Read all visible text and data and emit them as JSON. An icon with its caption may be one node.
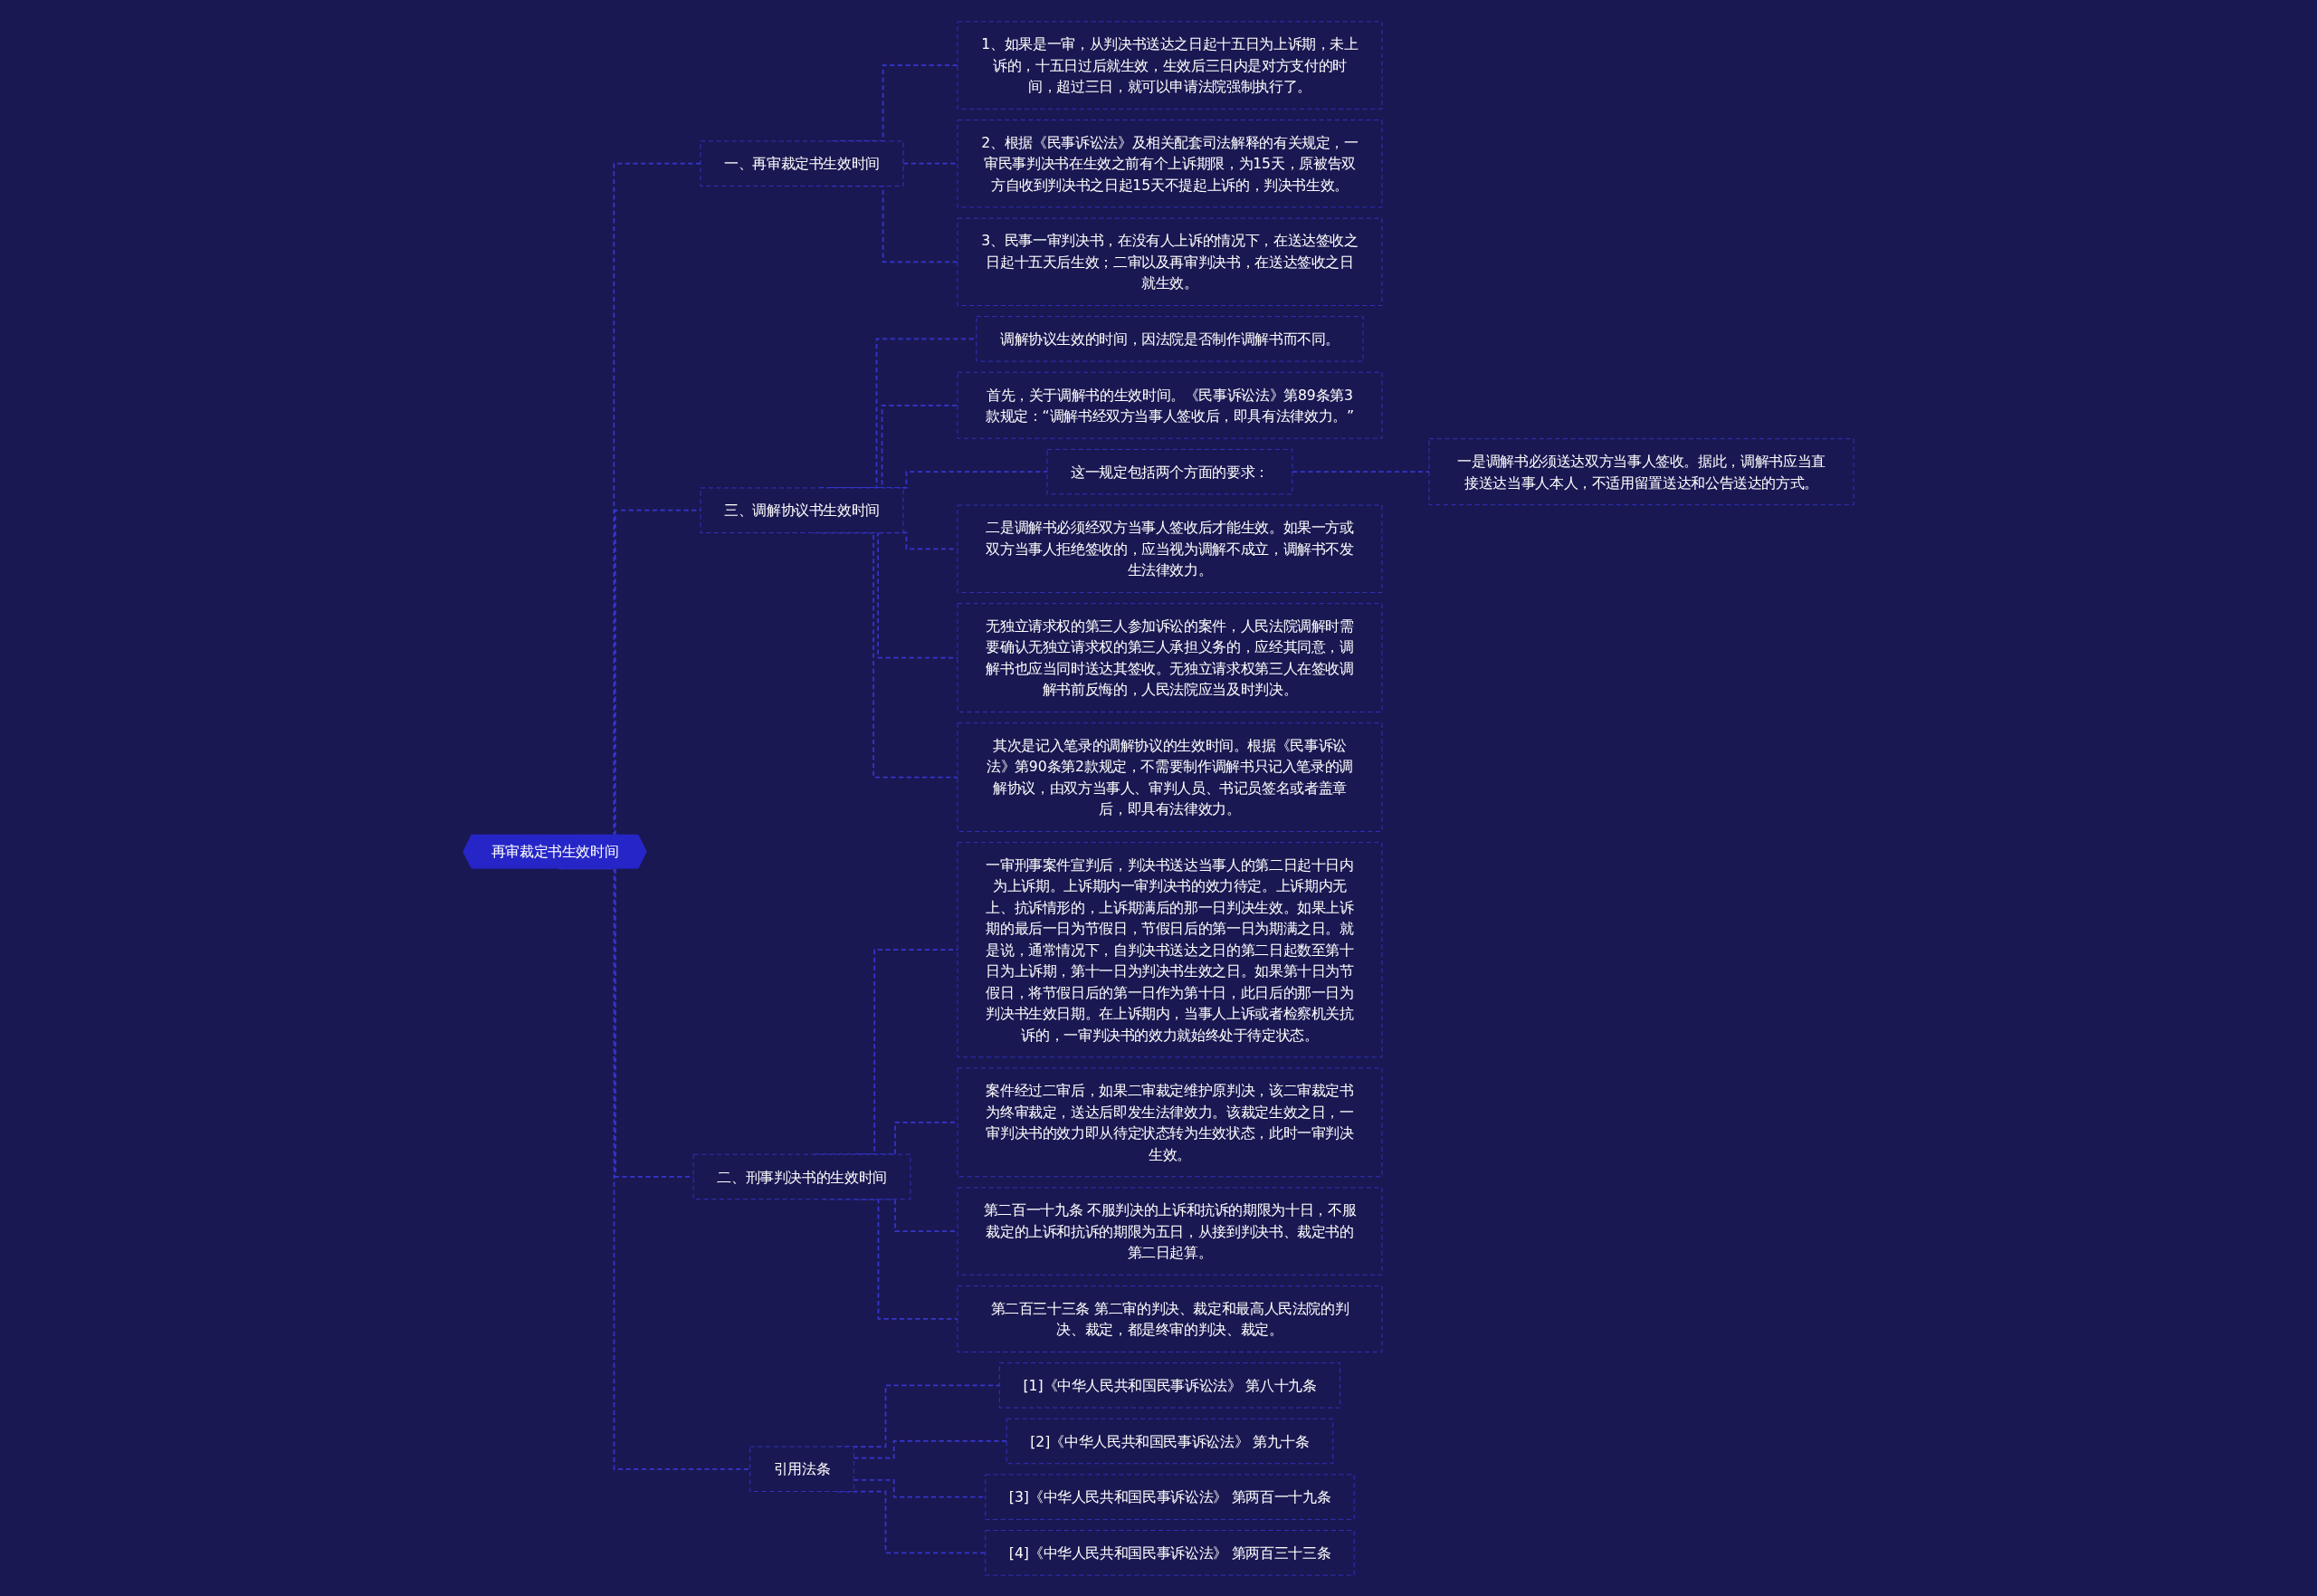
{
  "diagram": {
    "nodes": [
      {
        "text": [
          "再审裁定书生效时间"
        ]
      },
      {
        "text": [
          "一、再审裁定书生效时间"
        ]
      },
      {
        "text": [
          "1、如果是一审，从判决书送达之日起十五日为上诉期，未上诉的，十五日过后就生效，生效后三日内是对方支付的时间，超过三日，就可以申请法院强制执行了。"
        ]
      },
      {
        "text": [
          "2、根据《民事诉讼法》及相关配套司法解释的有关规定，一审民事判决书在生效之前有个上诉期限，为15天，原被告双方自收到判决书之日起15天不提起上诉的，判决书生效。"
        ]
      },
      {
        "text": [
          "3、民事一审判决书，在没有人上诉的情况下，在送达签收之日起十五天后生效；二审以及再审判决书，在送达签收之日就生效。"
        ]
      },
      {
        "text": [
          "三、调解协议书生效时间"
        ]
      },
      {
        "text": [
          "调解协议生效的时间，因法院是否制作调解书而不同。"
        ]
      },
      {
        "text": [
          "首先，关于调解书的生效时间。《民事诉讼法》第89条第3款规定：“调解书经双方当事人签收后，即具有法律效力。”"
        ]
      },
      {
        "text": [
          "这一规定包括两个方面的要求："
        ]
      },
      {
        "text": [
          "一是调解书必须送达双方当事人签收。据此，调解书应当直接送达当事人本人，不适用留置送达和公告送达的方式。"
        ]
      },
      {
        "text": [
          "二是调解书必须经双方当事人签收后才能生效。如果一方或双方当事人拒绝签收的，应当视为调解不成立，调解书不发生法律效力。"
        ]
      },
      {
        "text": [
          "无独立请求权的第三人参加诉讼的案件，人民法院调解时需要确认无独立请求权的第三人承担义务的，应经其同意，调解书也应当同时送达其签收。无独立请求权第三人在签收调解书前反悔的，人民法院应当及时判决。"
        ]
      },
      {
        "text": [
          "其次是记入笔录的调解协议的生效时间。根据《民事诉讼法》第90条第2款规定，不需要制作调解书只记入笔录的调解协议，由双方当事人、审判人员、书记员签名或者盖章后，即具有法律效力。"
        ]
      },
      {
        "text": [
          "二、刑事判决书的生效时间"
        ]
      },
      {
        "text": [
          "一审刑事案件宣判后，判决书送达当事人的第二日起十日内为上诉期。上诉期内一审判决书的效力待定。上诉期内无上、抗诉情形的，上诉期满后的那一日判决生效。如果上诉期的最后一日为节假日，节假日后的第一日为期满之日。就是说，通常情况下，自判决书送达之日的第二日起数至第十日为上诉期，第十一日为判决书生效之日。如果第十日为节假日，将节假日后的第一日作为第十日，此日后的那一日为判决书生效日期。在上诉期内，当事人上诉或者检察机关抗诉的，一审判决书的效力就始终处于待定状态。"
        ]
      },
      {
        "text": [
          "案件经过二审后，如果二审裁定维护原判决，该二审裁定书为终审裁定，送达后即发生法律效力。该裁定生效之日，一审判决书的效力即从待定状态转为生效状态，此时一审判决生效。"
        ]
      },
      {
        "text": [
          "第二百一十九条 不服判决的上诉和抗诉的期限为十日，不服裁定的上诉和抗诉的期限为五日，从接到判决书、裁定书的第二日起算。"
        ]
      },
      {
        "text": [
          "第二百三十三条 第二审的判决、裁定和最高人民法院的判决、裁定，都是终审的判决、裁定。"
        ]
      },
      {
        "text": [
          "引用法条"
        ]
      },
      {
        "text": [
          "[1]《中华人民共和国民事诉讼法》 第八十九条"
        ]
      },
      {
        "text": [
          "[2]《中华人民共和国民事诉讼法》 第九十条"
        ]
      },
      {
        "text": [
          "[3]《中华人民共和国民事诉讼法》 第两百一十九条"
        ]
      },
      {
        "text": [
          "[4]《中华人民共和国民事诉讼法》 第两百三十三条"
        ]
      }
    ],
    "edges": [
      {
        "from": 0,
        "to": 1,
        "arrow": "none",
        "style": "dashed"
      },
      {
        "from": 1,
        "to": 2,
        "arrow": "none",
        "style": "dashed"
      },
      {
        "from": 1,
        "to": 3,
        "arrow": "none",
        "style": "dashed"
      },
      {
        "from": 1,
        "to": 4,
        "arrow": "none",
        "style": "dashed"
      },
      {
        "from": 0,
        "to": 5,
        "arrow": "none",
        "style": "dashed"
      },
      {
        "from": 5,
        "to": 6,
        "arrow": "none",
        "style": "dashed"
      },
      {
        "from": 5,
        "to": 7,
        "arrow": "none",
        "style": "dashed"
      },
      {
        "from": 5,
        "to": 8,
        "arrow": "none",
        "style": "dashed"
      },
      {
        "from": 8,
        "to": 9,
        "arrow": "none",
        "style": "dashed"
      },
      {
        "from": 5,
        "to": 10,
        "arrow": "none",
        "style": "dashed"
      },
      {
        "from": 5,
        "to": 11,
        "arrow": "none",
        "style": "dashed"
      },
      {
        "from": 5,
        "to": 12,
        "arrow": "none",
        "style": "dashed"
      },
      {
        "from": 0,
        "to": 13,
        "arrow": "none",
        "style": "dashed"
      },
      {
        "from": 13,
        "to": 14,
        "arrow": "none",
        "style": "dashed"
      },
      {
        "from": 13,
        "to": 15,
        "arrow": "none",
        "style": "dashed"
      },
      {
        "from": 13,
        "to": 16,
        "arrow": "none",
        "style": "dashed"
      },
      {
        "from": 13,
        "to": 17,
        "arrow": "none",
        "style": "dashed"
      },
      {
        "from": 0,
        "to": 18,
        "arrow": "none",
        "style": "dashed"
      },
      {
        "from": 18,
        "to": 19,
        "arrow": "none",
        "style": "dashed"
      },
      {
        "from": 18,
        "to": 20,
        "arrow": "none",
        "style": "dashed"
      },
      {
        "from": 18,
        "to": 21,
        "arrow": "none",
        "style": "dashed"
      },
      {
        "from": 18,
        "to": 22,
        "arrow": "none",
        "style": "dashed"
      }
    ]
  }
}
